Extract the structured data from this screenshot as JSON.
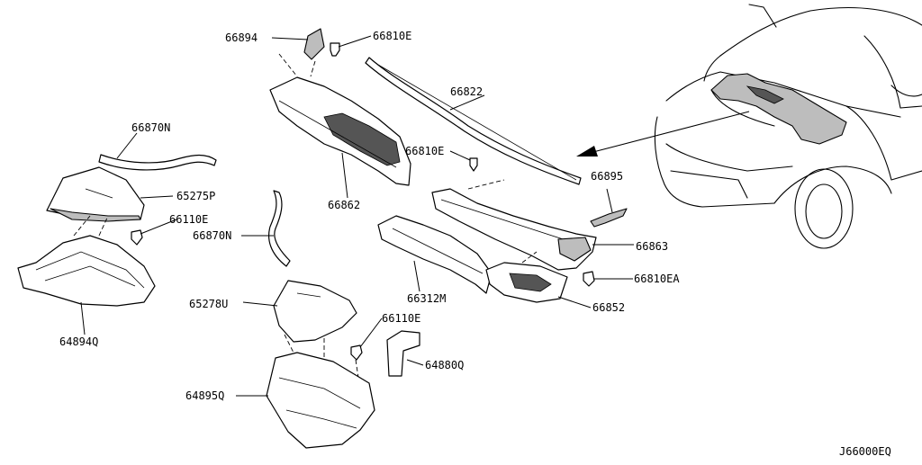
{
  "diagram": {
    "code": "J66000EQ",
    "parts": {
      "p66894": "66894",
      "p66810E_top": "66810E",
      "p66822": "66822",
      "p66870N_top": "66870N",
      "p65275P": "65275P",
      "p66110E_left": "66110E",
      "p66810E_mid": "66810E",
      "p66895": "66895",
      "p66862": "66862",
      "p66870N_mid": "66870N",
      "p66863": "66863",
      "p66312M": "66312M",
      "p66810EA": "66810EA",
      "p64894Q": "64894Q",
      "p65278U": "65278U",
      "p66852": "66852",
      "p66110E_mid": "66110E",
      "p64880Q": "64880Q",
      "p64895Q": "64895Q"
    }
  }
}
